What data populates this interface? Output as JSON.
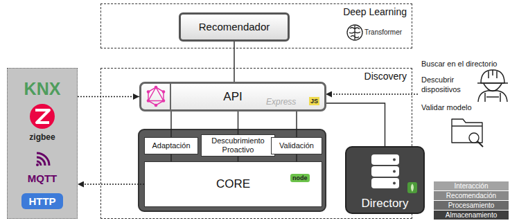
{
  "diagram": {
    "nodes": [
      {
        "text": [
          "Deep Learning"
        ]
      },
      {
        "text": [
          "Recomendador"
        ],
        "in": 0
      },
      {
        "text": [
          "Discovery"
        ]
      },
      {
        "text": [
          "API"
        ],
        "in": 2
      },
      {
        "text": [
          "Adaptación"
        ],
        "in": 2
      },
      {
        "text": [
          "Descubrimiento Proactivo"
        ],
        "in": 2
      },
      {
        "text": [
          "Validación"
        ],
        "in": 2
      },
      {
        "text": [
          "CORE"
        ],
        "in": 2
      },
      {
        "text": [
          "Directory"
        ],
        "in": 2
      },
      {
        "text": [
          "KNX",
          "zigbee",
          "MQTT",
          "HTTP"
        ]
      }
    ],
    "edges": [
      {
        "from": 1,
        "to": 3,
        "arrow": "none"
      },
      {
        "from": 9,
        "to": 3,
        "arrow": "to"
      },
      {
        "from": 7,
        "to": 9,
        "arrow": "to"
      },
      {
        "from": 3,
        "to": 4,
        "arrow": "none"
      },
      {
        "from": 3,
        "to": 5,
        "arrow": "none"
      },
      {
        "from": 3,
        "to": 6,
        "arrow": "none"
      },
      {
        "from": 4,
        "to": 7,
        "arrow": "none"
      },
      {
        "from": 5,
        "to": 7,
        "arrow": "none"
      },
      {
        "from": 6,
        "to": 7,
        "arrow": "none"
      },
      {
        "from": 8,
        "to": 3,
        "arrow": "none"
      }
    ],
    "labels": [
      "Transformer",
      "Express",
      "JS",
      "node",
      "Buscar en el directorio",
      "Descubrir dispositivos",
      "Validar modelo"
    ],
    "legend": [
      {
        "text": "Interacción",
        "color": "#a3a3a3"
      },
      {
        "text": "Recomendación",
        "color": "#898989"
      },
      {
        "text": "Procesamiento",
        "color": "#6b6b6b"
      },
      {
        "text": "Almacenamiento",
        "color": "#3f3f3f"
      }
    ]
  }
}
